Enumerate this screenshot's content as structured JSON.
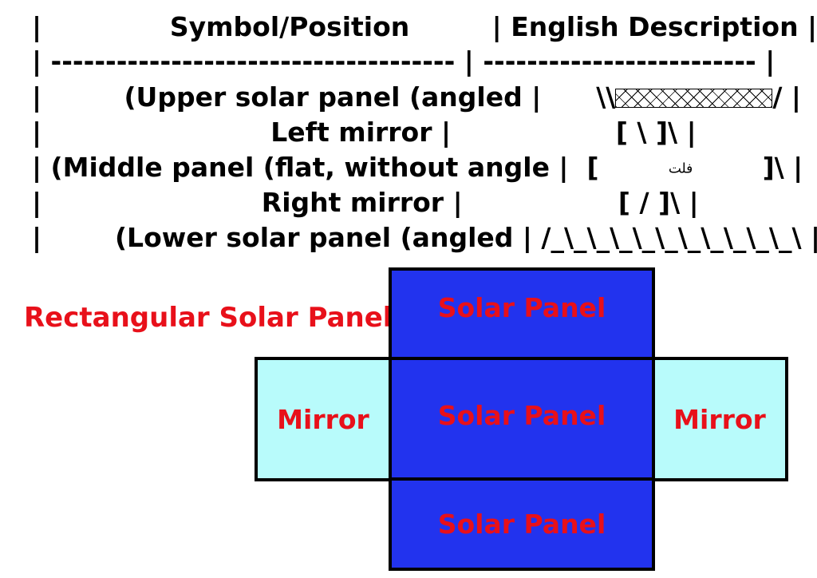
{
  "table": {
    "header": "|              Symbol/Position         | English Description |",
    "separator": "| ------------------------------------- | ------------------------- |",
    "rows": [
      {
        "left": "|         (Upper solar panel (angled |      \\\\",
        "right": "/ |"
      },
      {
        "text": "|                         Left mirror |                  [ \\ ]\\ |"
      },
      {
        "left": "| (Middle panel (flat, without angle |  [",
        "arabic": "فلت",
        "right": "]\\ |"
      },
      {
        "text": "|                        Right mirror |                 [ / ]\\ |"
      },
      {
        "text": "|        (Lower solar panel (angled | /_\\_\\_\\_\\_\\_\\_\\_\\_\\_\\_\\ |"
      }
    ]
  },
  "diagram": {
    "title": "Rectangular Solar Panel",
    "top_panel_label": "Solar Panel",
    "middle_panel_label": "Solar Panel",
    "bottom_panel_label": "Solar Panel",
    "left_mirror_label": "Mirror",
    "right_mirror_label": "Mirror",
    "colors": {
      "panel": "#2233ee",
      "mirror": "#b8fbfb",
      "label": "#e8101a",
      "border": "#000000"
    }
  }
}
